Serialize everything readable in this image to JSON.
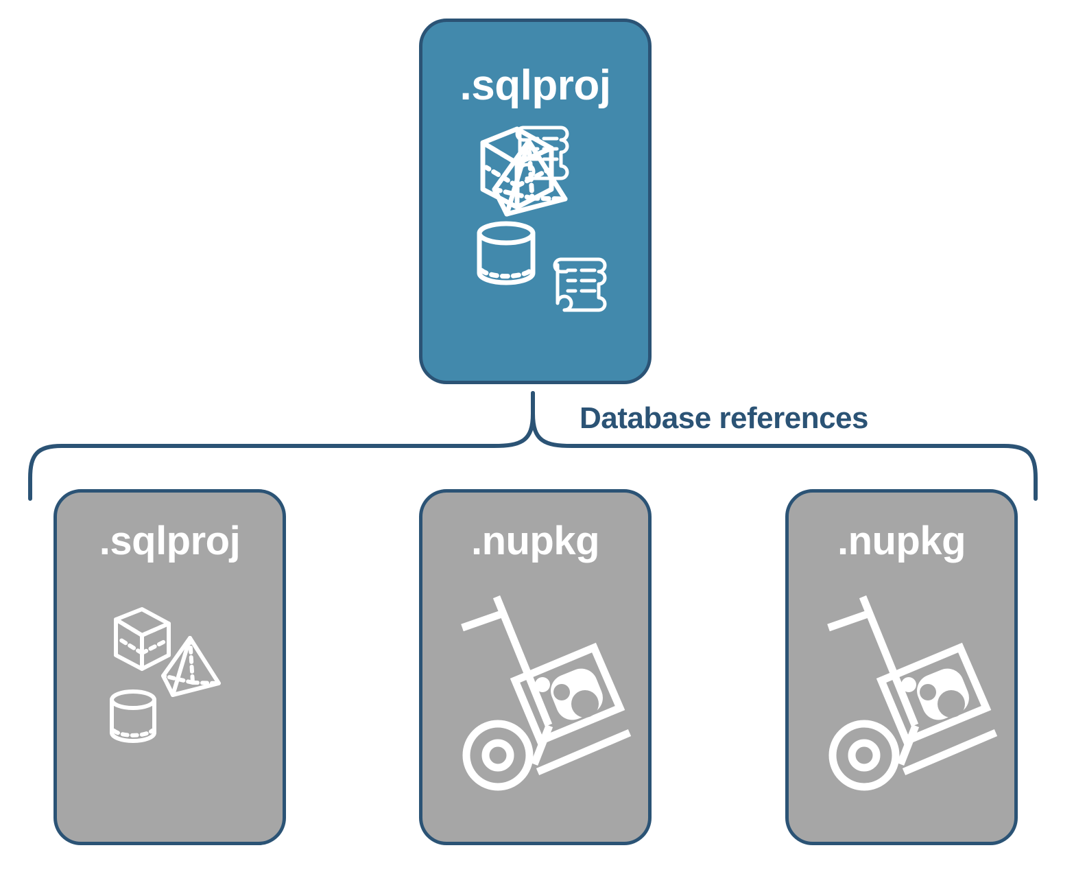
{
  "diagram": {
    "title_text": "Database references",
    "colors": {
      "card_blue_fill": "#4289AC",
      "card_gray_fill": "#A6A6A6",
      "border_dark_blue": "#2B5375",
      "icon_white": "#FFFFFF",
      "background": "#FFFFFF"
    },
    "parent": {
      "label": ".sqlproj",
      "type": "sql-project",
      "fill": "#4289AC",
      "icons": [
        "cube-icon",
        "scroll-icon",
        "pyramid-icon",
        "cylinder-icon",
        "scroll-icon"
      ]
    },
    "connector": {
      "label": "Database references",
      "shape": "curly-brace",
      "color": "#2B5375"
    },
    "children": [
      {
        "label": ".sqlproj",
        "type": "sql-project",
        "fill": "#A6A6A6",
        "icons": [
          "cube-icon",
          "pyramid-icon",
          "cylinder-icon"
        ]
      },
      {
        "label": ".nupkg",
        "type": "nuget-package",
        "fill": "#A6A6A6",
        "icons": [
          "hand-truck-package-icon"
        ]
      },
      {
        "label": ".nupkg",
        "type": "nuget-package",
        "fill": "#A6A6A6",
        "icons": [
          "hand-truck-package-icon"
        ]
      }
    ]
  }
}
